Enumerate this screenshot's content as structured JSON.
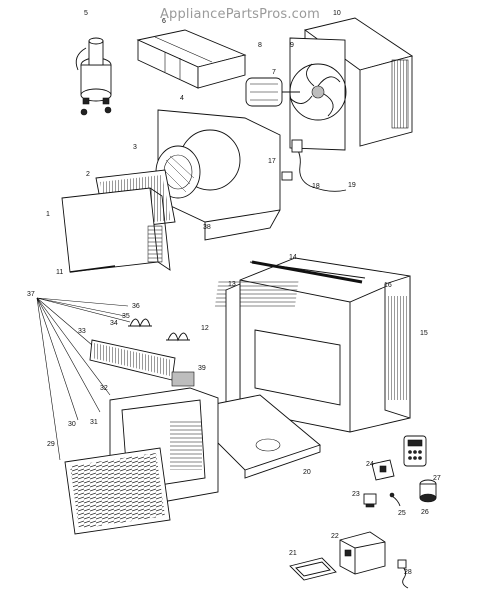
{
  "watermark": "AppliancePartsPros.com",
  "callouts": [
    "1",
    "2",
    "3",
    "4",
    "5",
    "6",
    "7",
    "8",
    "9",
    "10",
    "11",
    "12",
    "13",
    "14",
    "15",
    "16",
    "17",
    "18",
    "19",
    "20",
    "21",
    "22",
    "23",
    "24",
    "25",
    "26",
    "27",
    "28",
    "29",
    "30",
    "31",
    "32",
    "33",
    "34",
    "35",
    "36",
    "37",
    "38",
    "39"
  ]
}
